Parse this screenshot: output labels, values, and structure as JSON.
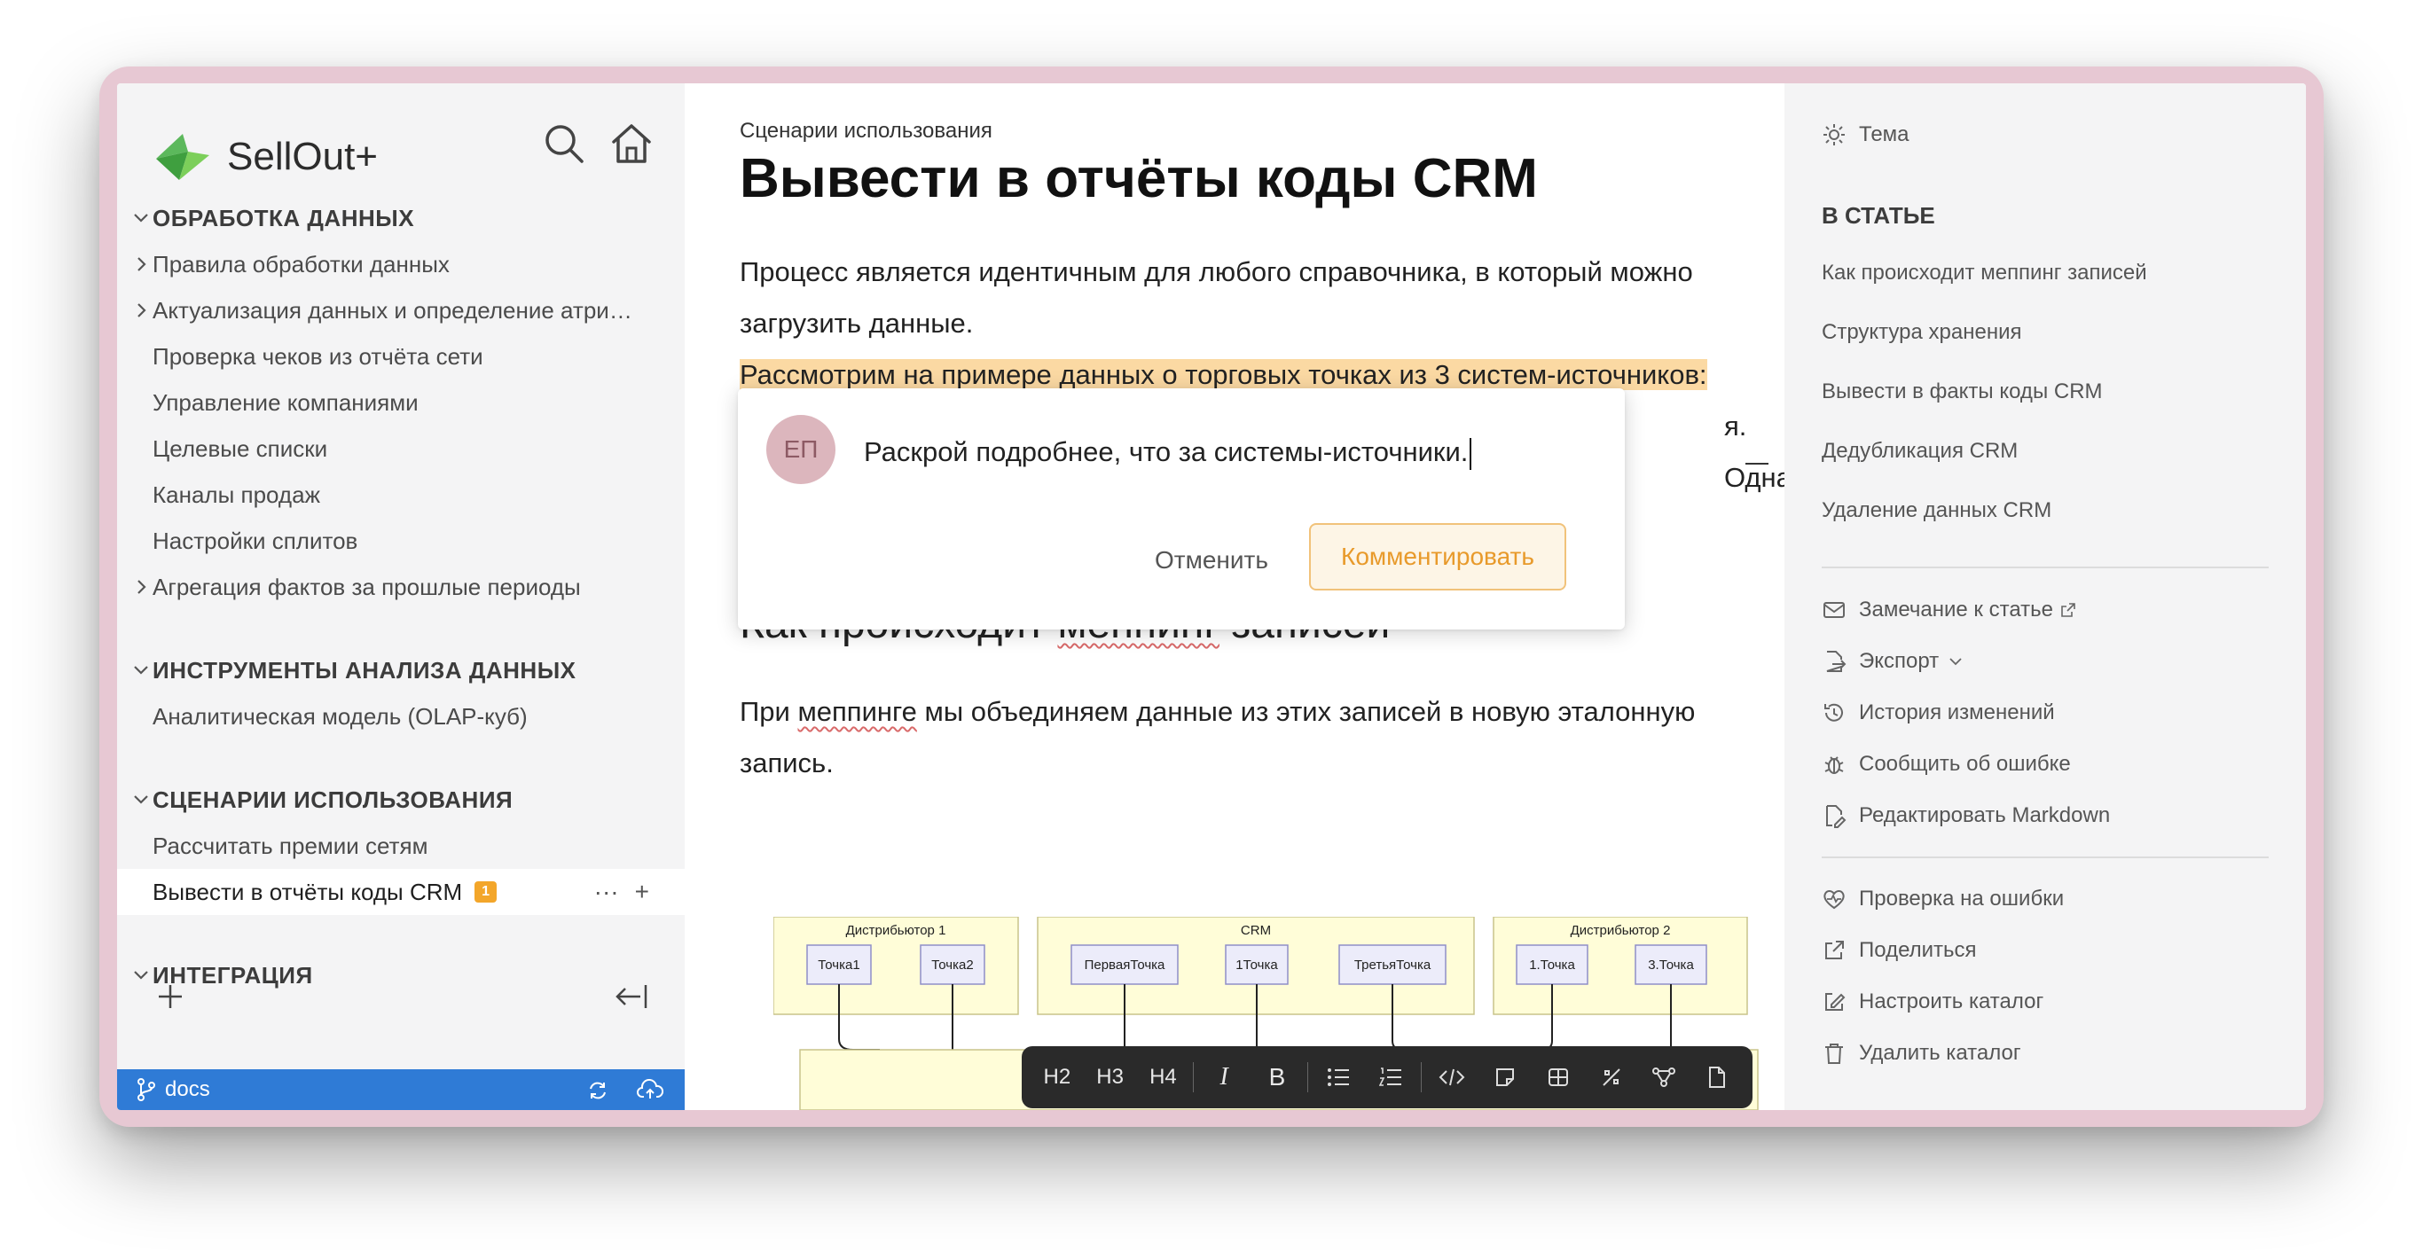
{
  "brand": {
    "name": "SellOut+"
  },
  "sidebar": {
    "sections": [
      {
        "title": "ОБРАБОТКА ДАННЫХ",
        "items": [
          {
            "label": "Правила обработки данных",
            "expandable": true
          },
          {
            "label": "Актуализация данных и определение атрибутов",
            "expandable": true
          },
          {
            "label": "Проверка чеков из отчёта сети"
          },
          {
            "label": "Управление компаниями"
          },
          {
            "label": "Целевые списки"
          },
          {
            "label": "Каналы продаж"
          },
          {
            "label": "Настройки сплитов"
          },
          {
            "label": "Агрегация фактов за прошлые периоды",
            "expandable": true
          }
        ]
      },
      {
        "title": "ИНСТРУМЕНТЫ АНАЛИЗА ДАННЫХ",
        "items": [
          {
            "label": "Аналитическая модель (OLAP-куб)"
          }
        ]
      },
      {
        "title": "СЦЕНАРИИ ИСПОЛЬЗОВАНИЯ",
        "items": [
          {
            "label": "Рассчитать премии сетям"
          },
          {
            "label": "Вывести в отчёты коды CRM",
            "badge": "1",
            "active": true
          }
        ]
      },
      {
        "title": "ИНТЕГРАЦИЯ",
        "items": []
      }
    ],
    "row_more": "···",
    "row_add": "+",
    "git_branch": "docs"
  },
  "article": {
    "breadcrumb": "Сценарии использования",
    "title": "Вывести в отчёты коды CRM",
    "p1_line1": "Процесс является идентичным для любого справочника, в который можно",
    "p1_line2": "загрузить данные.",
    "highlight": "Рассмотрим на примере данных о торговых точках из 3 систем-источников:",
    "hidden_tail": "я. Одна",
    "h2_part1": "Как происходит ",
    "h2_part2": "меппинг",
    "h2_part3": " записей",
    "p2_part1": "При ",
    "p2_part2": "меппинге",
    "p2_part3": " мы объединяем данные из этих записей в новую эталонную",
    "p2_line2": "запись."
  },
  "comment": {
    "avatar_initials": "ЕП",
    "text": "Раскрой подробнее, что за системы-источники.",
    "cancel_label": "Отменить",
    "submit_label": "Комментировать"
  },
  "diagram": {
    "groups": [
      {
        "title": "Дистрибьютор 1",
        "nodes": [
          "Точка1",
          "Точка2"
        ]
      },
      {
        "title": "CRM",
        "nodes": [
          "ПерваяТочка",
          "1Точка",
          "ТретьяТочка"
        ]
      },
      {
        "title": "Дистрибьютор 2",
        "nodes": [
          "1.Точка",
          "3.Точка"
        ]
      }
    ]
  },
  "toolbar": {
    "h2": "H2",
    "h3": "H3",
    "h4": "H4",
    "italic": "I",
    "bold": "B"
  },
  "right_panel": {
    "theme": "Тема",
    "toc_title": "В СТАТЬЕ",
    "toc": [
      "Как происходит меппинг записей",
      "Структура хранения",
      "Вывести в факты коды CRM",
      "Дедубликация CRM",
      "Удаление данных CRM"
    ],
    "actions1": [
      {
        "label": "Замечание к статье",
        "icon": "mail-icon"
      },
      {
        "label": "Экспорт",
        "icon": "export-icon"
      },
      {
        "label": "История изменений",
        "icon": "history-icon"
      },
      {
        "label": "Сообщить об ошибке",
        "icon": "bug-icon"
      },
      {
        "label": "Редактировать Markdown",
        "icon": "edit-file-icon"
      }
    ],
    "actions2": [
      {
        "label": "Проверка на ошибки",
        "icon": "heart-pulse-icon"
      },
      {
        "label": "Поделиться",
        "icon": "share-icon"
      },
      {
        "label": "Настроить каталог",
        "icon": "pencil-icon"
      },
      {
        "label": "Удалить каталог",
        "icon": "trash-icon"
      }
    ]
  }
}
